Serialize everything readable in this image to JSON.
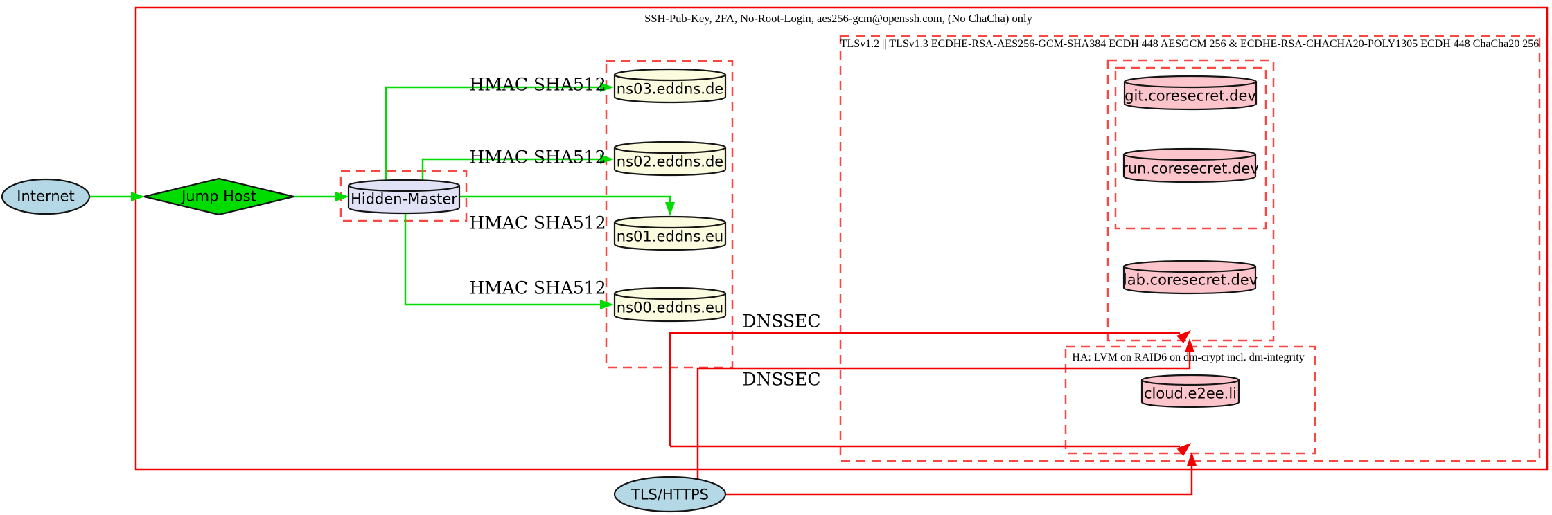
{
  "diagram": {
    "colors": {
      "green": "#00DC00",
      "red": "#F20000",
      "red_dashed": "#F94744",
      "node_outline": "#151515",
      "lightblue": "#B5D8E6",
      "lavender": "#E2E2F6",
      "lightyellow": "#FBFBDF",
      "pink": "#FBC5CB"
    },
    "clusters": {
      "ssh": {
        "title": "SSH-Pub-Key, 2FA, No-Root-Login, aes256-gcm@openssh.com, (No ChaCha) only"
      },
      "tls": {
        "title": "TLSv1.2 || TLSv1.3 ECDHE-RSA-AES256-GCM-SHA384 ECDH 448 AESGCM 256 & ECDHE-RSA-CHACHA20-POLY1305 ECDH 448 ChaCha20 256"
      },
      "ha": {
        "title": "HA: LVM on RAID6 on dm-crypt incl. dm-integrity"
      }
    },
    "nodes": {
      "internet": {
        "label": "Internet"
      },
      "jump_host": {
        "label": "Jump Host"
      },
      "hidden_master": {
        "label": "Hidden-Master"
      },
      "ns03": {
        "label": "ns03.eddns.de"
      },
      "ns02": {
        "label": "ns02.eddns.de"
      },
      "ns01": {
        "label": "ns01.eddns.eu"
      },
      "ns00": {
        "label": "ns00.eddns.eu"
      },
      "git": {
        "label": "git.coresecret.dev"
      },
      "run": {
        "label": "run.coresecret.dev"
      },
      "lab": {
        "label": "lab.coresecret.dev"
      },
      "cloud": {
        "label": "cloud.e2ee.li"
      },
      "tls_https": {
        "label": "TLS/HTTPS"
      }
    },
    "edge_labels": {
      "hmac_ns03": "HMAC SHA512",
      "hmac_ns02": "HMAC SHA512",
      "hmac_ns01": "HMAC SHA512",
      "hmac_ns00": "HMAC SHA512",
      "dnssec_top": "DNSSEC",
      "dnssec_bottom": "DNSSEC"
    }
  }
}
